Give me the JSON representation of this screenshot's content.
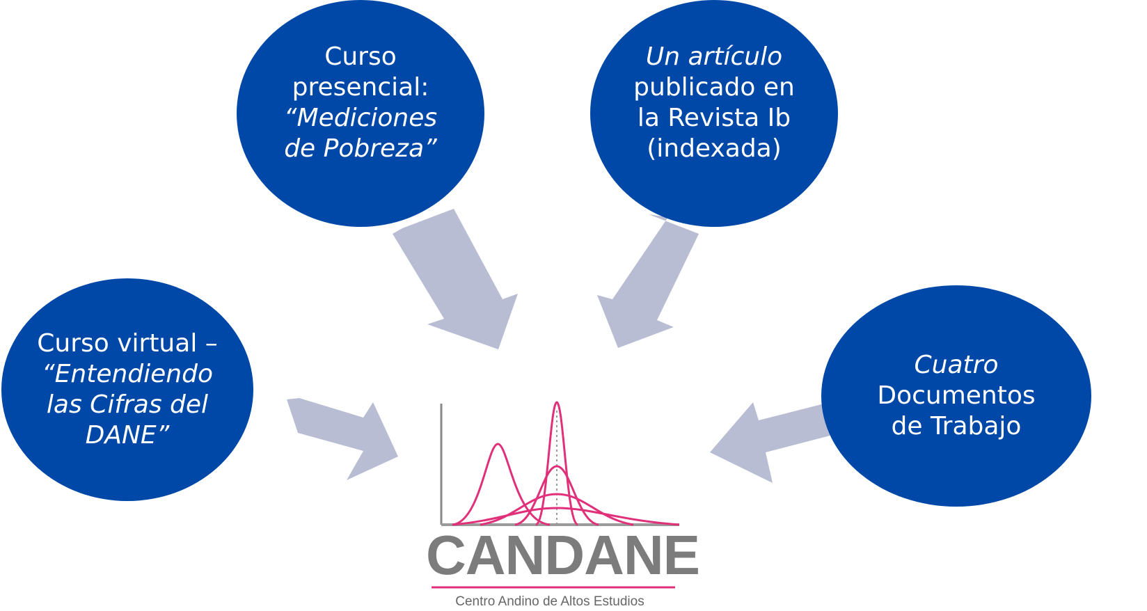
{
  "colors": {
    "node_fill": "#0048a8",
    "node_text": "#ffffff",
    "arrow_fill": "#b8bdd4",
    "logo_curve": "#e0307a",
    "logo_text": "#7c7c7c"
  },
  "nodes": {
    "presencial": {
      "lines": [
        {
          "text": "Curso",
          "italic": false
        },
        {
          "text": "presencial:",
          "italic": false
        },
        {
          "text": "“Mediciones",
          "italic": true
        },
        {
          "text": "de Pobreza”",
          "italic": true
        }
      ]
    },
    "articulo": {
      "lines": [
        {
          "text": "Un artículo",
          "italic": true
        },
        {
          "text": "publicado en",
          "italic": false
        },
        {
          "text": "la Revista Ib",
          "italic": false
        },
        {
          "text": "(indexada)",
          "italic": false
        }
      ]
    },
    "virtual": {
      "lines": [
        {
          "text": "Curso virtual –",
          "italic": false
        },
        {
          "text": "“Entendiendo",
          "italic": true
        },
        {
          "text": "las Cifras del",
          "italic": true
        },
        {
          "text": "DANE”",
          "italic": true
        }
      ]
    },
    "docs": {
      "lines": [
        {
          "text": "Cuatro",
          "italic": true
        },
        {
          "text": "Documentos",
          "italic": false
        },
        {
          "text": "de Trabajo",
          "italic": false
        }
      ]
    }
  },
  "logo": {
    "name": "CANDANE",
    "subtitle": "Centro Andino de Altos Estudios"
  }
}
